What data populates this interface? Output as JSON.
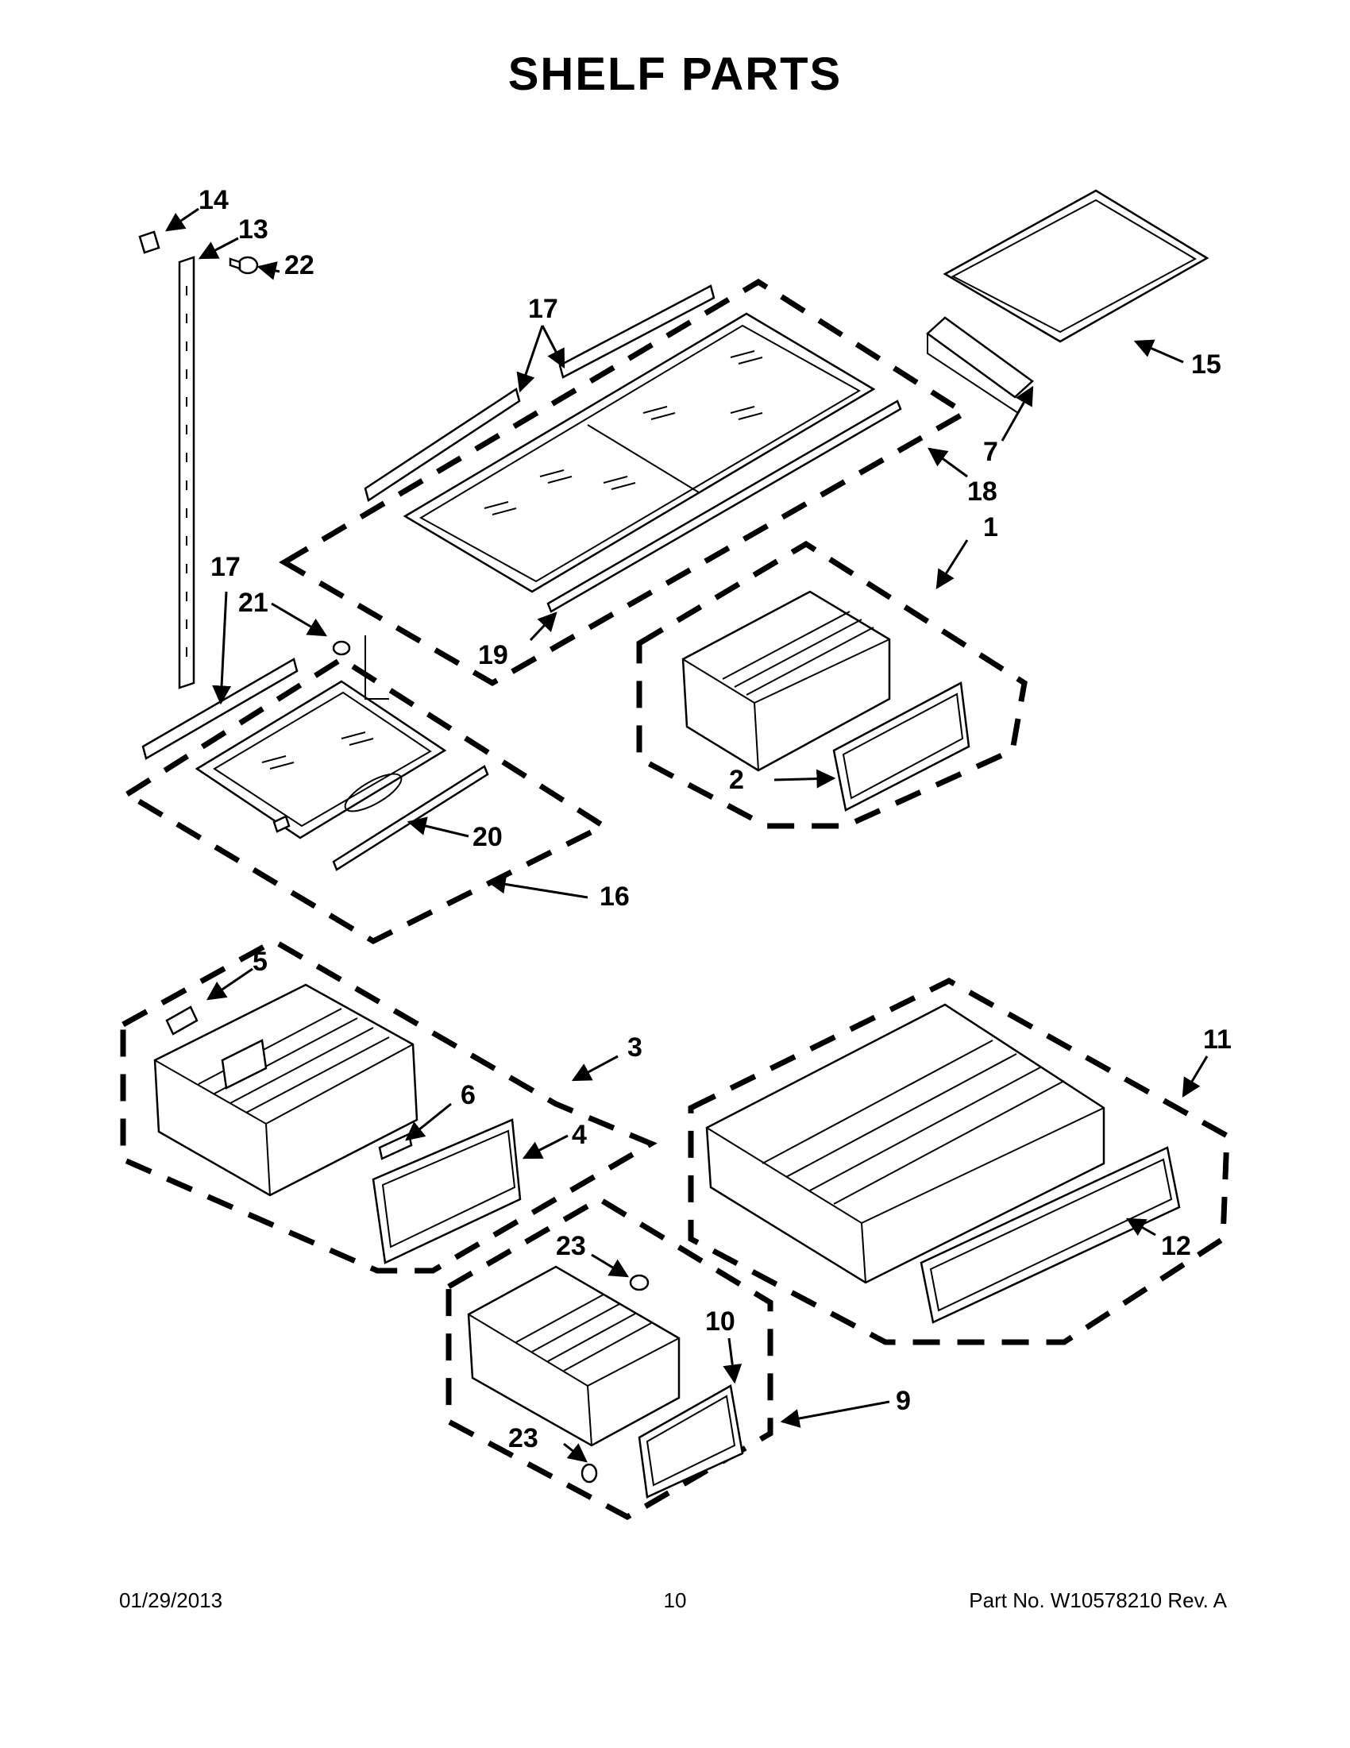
{
  "title": "SHELF PARTS",
  "callouts": {
    "c1": "1",
    "c2": "2",
    "c3": "3",
    "c4": "4",
    "c5": "5",
    "c6": "6",
    "c7": "7",
    "c9": "9",
    "c10": "10",
    "c11": "11",
    "c12": "12",
    "c13": "13",
    "c14": "14",
    "c15": "15",
    "c16": "16",
    "c17a": "17",
    "c17b": "17",
    "c18": "18",
    "c19": "19",
    "c20": "20",
    "c21": "21",
    "c22": "22",
    "c23a": "23",
    "c23b": "23"
  },
  "footer": {
    "date": "01/29/2013",
    "page": "10",
    "part": "Part No.  W10578210  Rev.  A"
  }
}
